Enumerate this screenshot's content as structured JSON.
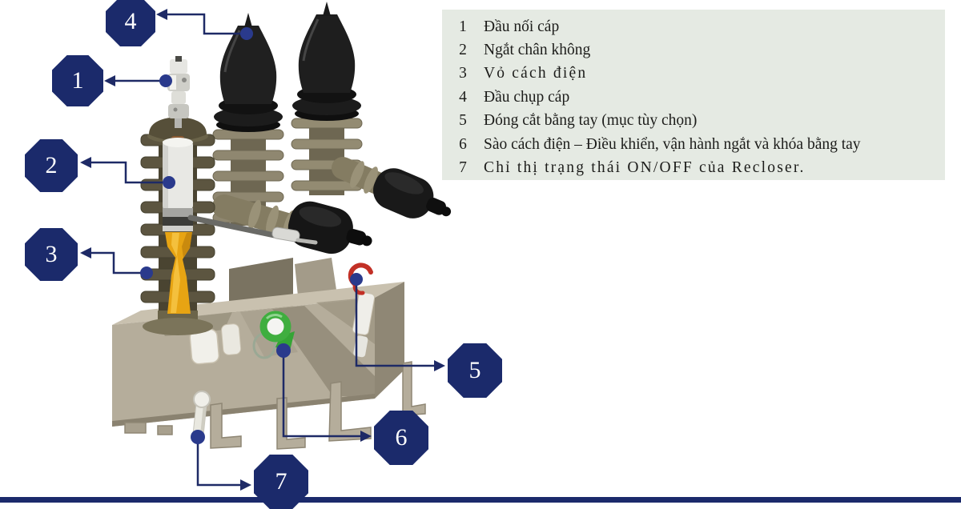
{
  "legend": {
    "items": [
      {
        "num": "1",
        "label": "Đầu nối cáp"
      },
      {
        "num": "2",
        "label": "Ngắt chân không"
      },
      {
        "num": "3",
        "label": "Vỏ cách điện"
      },
      {
        "num": "4",
        "label": "Đầu chụp cáp"
      },
      {
        "num": "5",
        "label": "Đóng cắt bằng tay (mục tùy chọn)"
      },
      {
        "num": "6",
        "label": "Sào cách điện – Điều khiển, vận hành ngắt và khóa bằng tay"
      },
      {
        "num": "7",
        "label": "Chỉ thị trạng thái ON/OFF của Recloser."
      }
    ]
  },
  "callouts": [
    {
      "num": "1"
    },
    {
      "num": "2"
    },
    {
      "num": "3"
    },
    {
      "num": "4"
    },
    {
      "num": "5"
    },
    {
      "num": "6"
    },
    {
      "num": "7"
    }
  ],
  "colors": {
    "callout_navy": "#1b2a6b",
    "callout_dot_blue": "#2a3a8c",
    "legend_background": "#e5eae3",
    "tank_tan": "#b5ad9b",
    "insulator_olive": "#5c5540",
    "bushing_fin_tan": "#8f8770",
    "cable_boot_black": "#1a1a1a",
    "interrupter_yellow": "#e7a413",
    "ring_green": "#3fae3f",
    "hook_red": "#c23026",
    "lever_white": "#efefe9"
  }
}
